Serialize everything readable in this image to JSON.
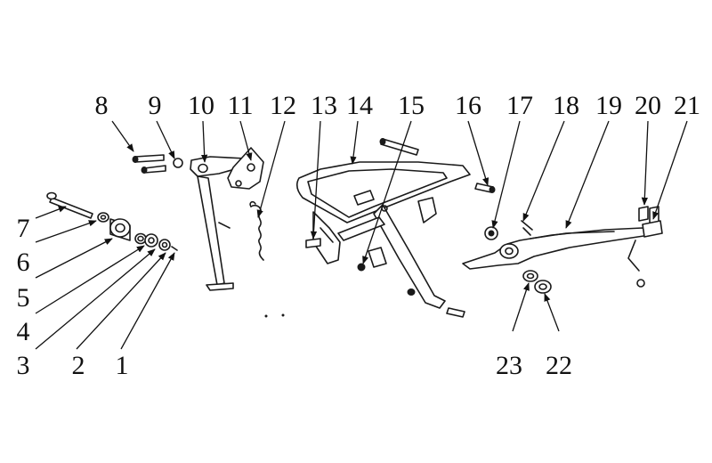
{
  "callouts": {
    "n1": "1",
    "n2": "2",
    "n3": "3",
    "n4": "4",
    "n5": "5",
    "n6": "6",
    "n7": "7",
    "n8": "8",
    "n9": "9",
    "n10": "10",
    "n11": "11",
    "n12": "12",
    "n13": "13",
    "n14": "14",
    "n15": "15",
    "n16": "16",
    "n17": "17",
    "n18": "18",
    "n19": "19",
    "n20": "20",
    "n21": "21",
    "n22": "22",
    "n23": "23"
  },
  "colors": {
    "line": "#1a1a1a",
    "background": "#ffffff"
  }
}
